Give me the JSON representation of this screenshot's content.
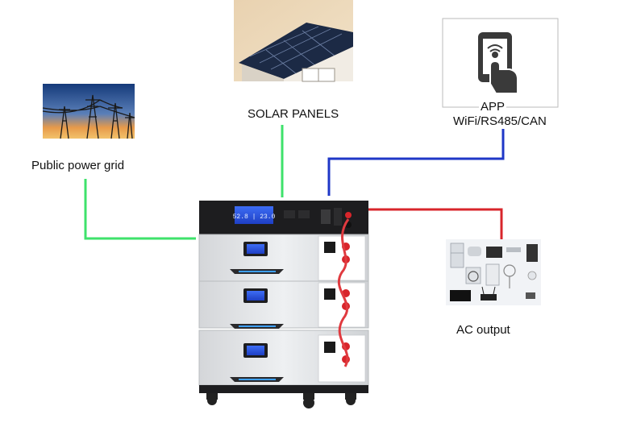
{
  "labels": {
    "grid": "Public  power grid",
    "solar": "SOLAR PANELS",
    "app_line1": "APP",
    "app_line2": "WiFi/RS485/CAN",
    "ac": "AC output"
  },
  "display": {
    "text": "52.8 | 23.0"
  },
  "colors": {
    "grid_line": "#3ee26b",
    "solar_line": "#3ee26b",
    "app_line": "#1f37c7",
    "ac_line": "#d8252b"
  },
  "icons": [
    "power-grid-photo",
    "solar-house-photo",
    "phone-touch-icon",
    "appliances-photo",
    "battery-stack"
  ]
}
